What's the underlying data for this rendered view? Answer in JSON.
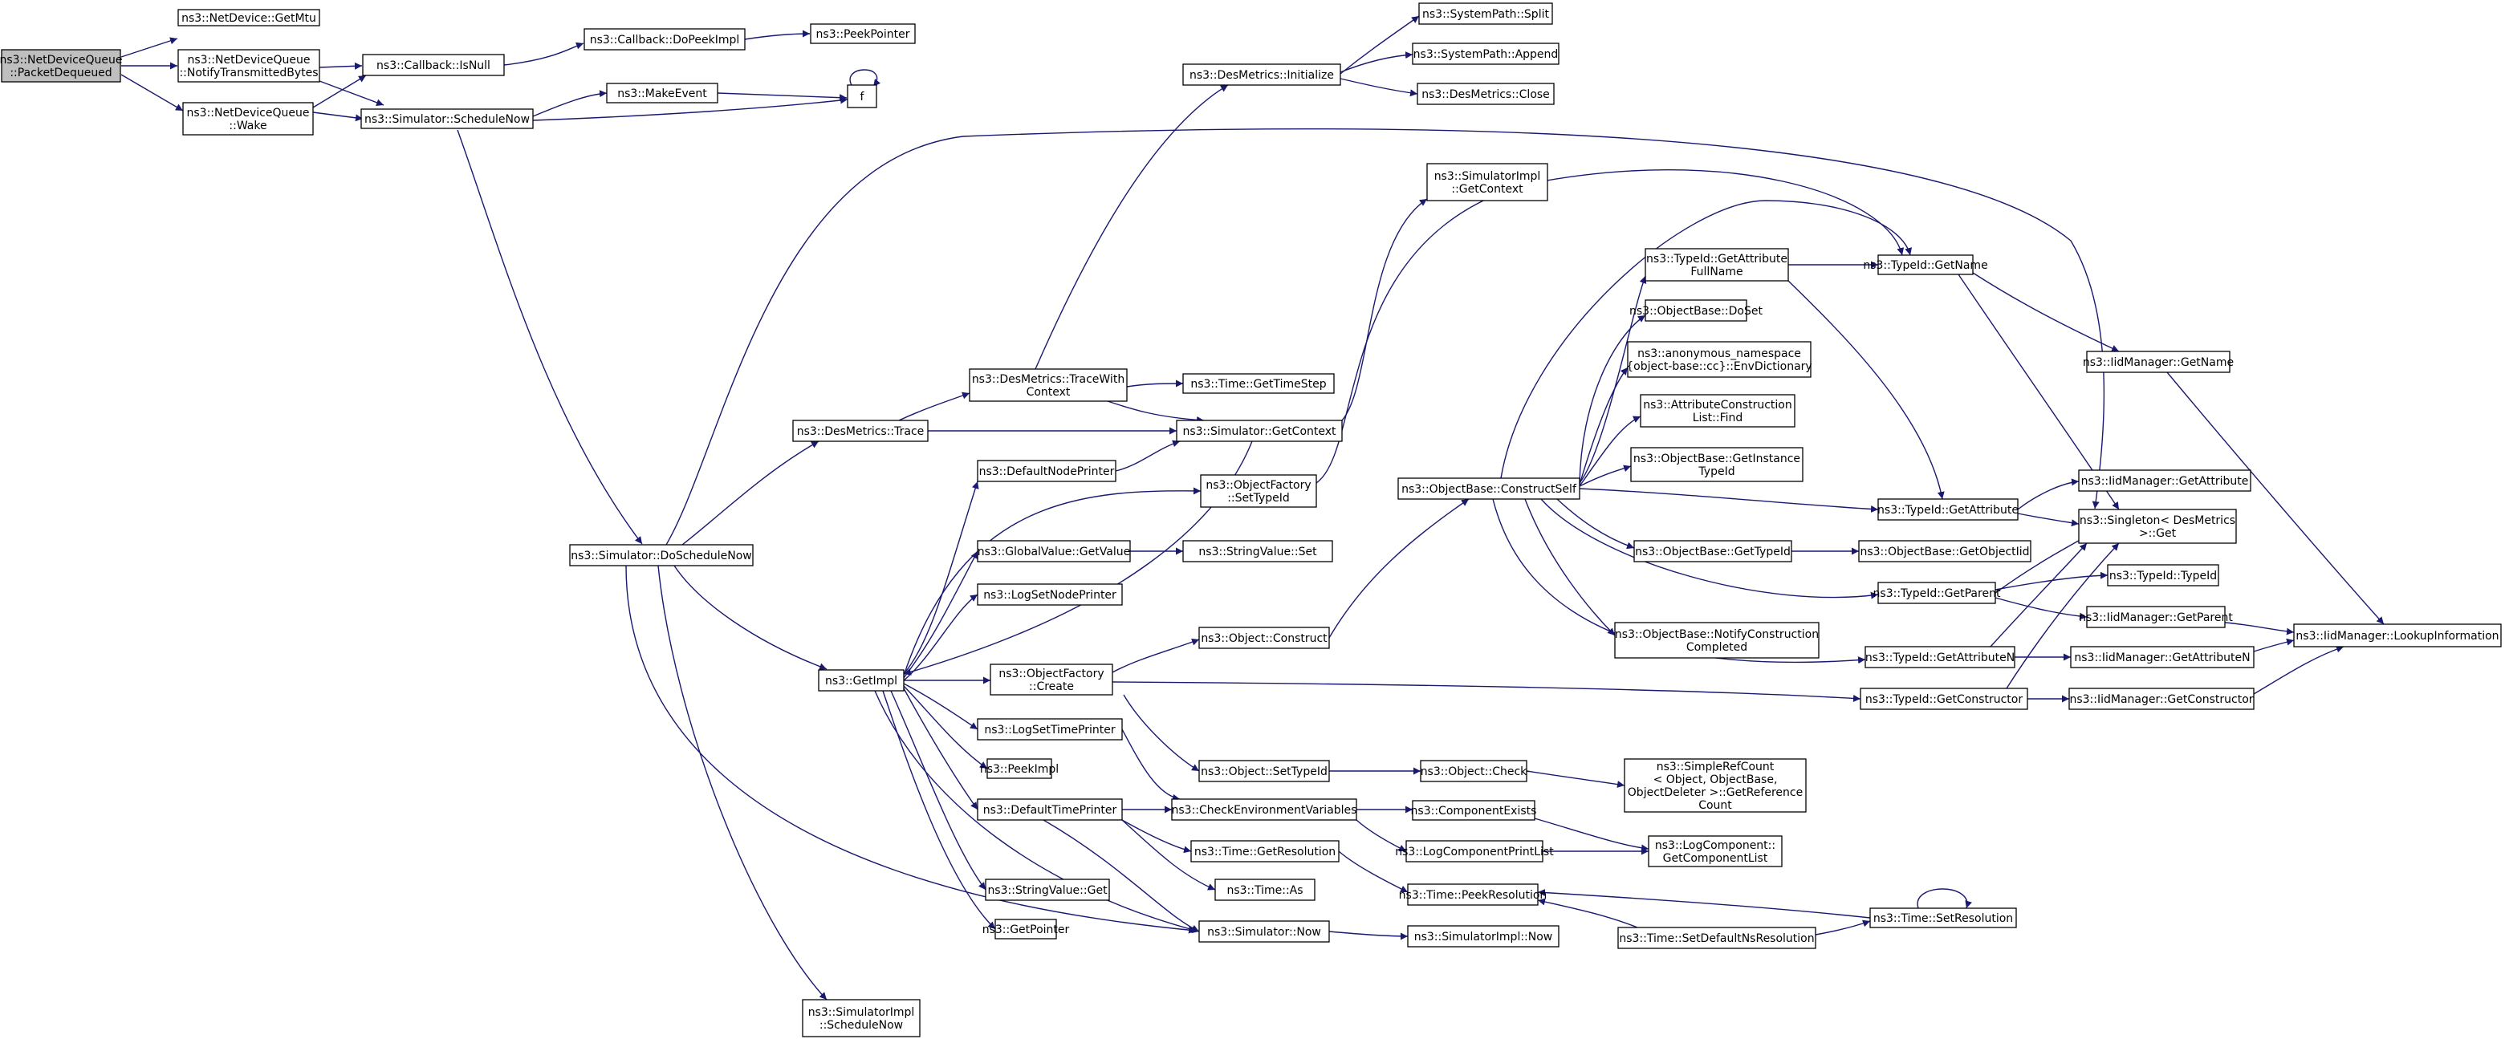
{
  "colors": {
    "edge": "#191970",
    "node_fill": "#ffffff",
    "node_border": "#000000",
    "root_fill": "#bfbfbf",
    "warn_border": "#ff0000"
  },
  "nodes": [
    {
      "id": "n0",
      "lines": [
        "ns3::NetDeviceQueue",
        "::PacketDequeued"
      ],
      "root": true
    },
    {
      "id": "n1",
      "lines": [
        "ns3::NetDevice::GetMtu"
      ]
    },
    {
      "id": "n2",
      "lines": [
        "ns3::NetDeviceQueue",
        "::NotifyTransmittedBytes"
      ]
    },
    {
      "id": "n3",
      "lines": [
        "ns3::NetDeviceQueue",
        "::Wake"
      ]
    },
    {
      "id": "n4",
      "lines": [
        "ns3::Callback::IsNull"
      ]
    },
    {
      "id": "n5",
      "lines": [
        "ns3::Simulator::ScheduleNow"
      ]
    },
    {
      "id": "n6",
      "lines": [
        "ns3::Callback::DoPeekImpl"
      ]
    },
    {
      "id": "n7",
      "lines": [
        "ns3::PeekPointer"
      ]
    },
    {
      "id": "n8",
      "lines": [
        "ns3::MakeEvent"
      ]
    },
    {
      "id": "n9",
      "lines": [
        "f"
      ]
    },
    {
      "id": "n10",
      "lines": [
        "ns3::Simulator::DoScheduleNow"
      ]
    },
    {
      "id": "n11",
      "lines": [
        "ns3::Singleton< DesMetrics",
        " >::Get"
      ]
    },
    {
      "id": "n12",
      "lines": [
        "ns3::DesMetrics::Trace"
      ]
    },
    {
      "id": "n13",
      "lines": [
        "ns3::GetImpl"
      ]
    },
    {
      "id": "n14",
      "lines": [
        "ns3::Simulator::Now"
      ]
    },
    {
      "id": "n15",
      "lines": [
        "ns3::SimulatorImpl",
        "::ScheduleNow"
      ]
    },
    {
      "id": "n16",
      "lines": [
        "ns3::DesMetrics::TraceWith",
        "Context"
      ]
    },
    {
      "id": "n17",
      "lines": [
        "ns3::Simulator::GetContext"
      ]
    },
    {
      "id": "n18",
      "lines": [
        "ns3::DesMetrics::Initialize"
      ]
    },
    {
      "id": "n19",
      "lines": [
        "ns3::Time::GetTimeStep"
      ]
    },
    {
      "id": "n20",
      "lines": [
        "ns3::SystemPath::Split"
      ]
    },
    {
      "id": "n21",
      "lines": [
        "ns3::SystemPath::Append"
      ]
    },
    {
      "id": "n22",
      "lines": [
        "ns3::DesMetrics::Close"
      ]
    },
    {
      "id": "n23",
      "lines": [
        "ns3::SimulatorImpl",
        "::GetContext"
      ]
    },
    {
      "id": "n24",
      "lines": [
        "ns3::DefaultNodePrinter"
      ]
    },
    {
      "id": "n25",
      "lines": [
        "ns3::ObjectFactory",
        "::SetTypeId"
      ]
    },
    {
      "id": "n26",
      "lines": [
        "ns3::GlobalValue::GetValue"
      ]
    },
    {
      "id": "n27",
      "lines": [
        "ns3::LogSetNodePrinter"
      ]
    },
    {
      "id": "n28",
      "lines": [
        "ns3::ObjectFactory",
        "::Create"
      ]
    },
    {
      "id": "n29",
      "lines": [
        "ns3::LogSetTimePrinter"
      ]
    },
    {
      "id": "n30",
      "lines": [
        "ns3::PeekImpl"
      ]
    },
    {
      "id": "n31",
      "lines": [
        "ns3::DefaultTimePrinter"
      ]
    },
    {
      "id": "n32",
      "lines": [
        "ns3::StringValue::Get"
      ]
    },
    {
      "id": "n33",
      "lines": [
        "ns3::GetPointer"
      ]
    },
    {
      "id": "n34",
      "lines": [
        "ns3::TypeId::GetName"
      ]
    },
    {
      "id": "n35",
      "lines": [
        "ns3::StringValue::Set"
      ]
    },
    {
      "id": "n36",
      "lines": [
        "ns3::Object::Construct"
      ]
    },
    {
      "id": "n37",
      "lines": [
        "ns3::TypeId::GetConstructor"
      ]
    },
    {
      "id": "n38",
      "lines": [
        "ns3::Object::SetTypeId"
      ]
    },
    {
      "id": "n39",
      "lines": [
        "ns3::CheckEnvironmentVariables"
      ]
    },
    {
      "id": "n40",
      "lines": [
        "ns3::Time::GetResolution"
      ]
    },
    {
      "id": "n41",
      "lines": [
        "ns3::Time::As"
      ]
    },
    {
      "id": "n42",
      "lines": [
        "ns3::IidManager::GetName"
      ]
    },
    {
      "id": "n43",
      "lines": [
        "ns3::ObjectBase::ConstructSelf"
      ]
    },
    {
      "id": "n44",
      "lines": [
        "ns3::IidManager::GetConstructor"
      ]
    },
    {
      "id": "n45",
      "lines": [
        "ns3::Object::Check"
      ]
    },
    {
      "id": "n46",
      "lines": [
        "ns3::ComponentExists"
      ]
    },
    {
      "id": "n47",
      "lines": [
        "ns3::LogComponentPrintList"
      ]
    },
    {
      "id": "n48",
      "lines": [
        "ns3::Time::PeekResolution"
      ]
    },
    {
      "id": "n49",
      "lines": [
        "ns3::SimulatorImpl::Now"
      ]
    },
    {
      "id": "n50",
      "lines": [
        "ns3::IidManager::LookupInformation"
      ]
    },
    {
      "id": "n51",
      "lines": [
        "ns3::TypeId::GetAttribute",
        "FullName"
      ]
    },
    {
      "id": "n52",
      "lines": [
        "ns3::ObjectBase::DoSet"
      ]
    },
    {
      "id": "n53",
      "lines": [
        "ns3::anonymous_namespace",
        "{object-base::cc}::EnvDictionary"
      ]
    },
    {
      "id": "n54",
      "lines": [
        "ns3::AttributeConstruction",
        "List::Find"
      ]
    },
    {
      "id": "n55",
      "lines": [
        "ns3::ObjectBase::GetInstance",
        "TypeId"
      ]
    },
    {
      "id": "n56",
      "lines": [
        "ns3::TypeId::GetAttribute"
      ]
    },
    {
      "id": "n57",
      "lines": [
        "ns3::ObjectBase::GetTypeId"
      ]
    },
    {
      "id": "n58",
      "lines": [
        "ns3::TypeId::GetParent"
      ]
    },
    {
      "id": "n59",
      "lines": [
        "ns3::ObjectBase::NotifyConstruction",
        "Completed"
      ]
    },
    {
      "id": "n60",
      "lines": [
        "ns3::TypeId::GetAttributeN"
      ]
    },
    {
      "id": "n61",
      "lines": [
        "ns3::SimpleRefCount",
        "< Object, ObjectBase,",
        " ObjectDeleter >::GetReference",
        "Count"
      ]
    },
    {
      "id": "n62",
      "lines": [
        "ns3::LogComponent::",
        "GetComponentList"
      ]
    },
    {
      "id": "n63",
      "lines": [
        "ns3::Time::SetDefaultNsResolution"
      ]
    },
    {
      "id": "n64",
      "lines": [
        "ns3::IidManager::GetAttribute"
      ]
    },
    {
      "id": "n65",
      "lines": [
        "ns3::ObjectBase::GetObjectIid"
      ],
      "warn": true
    },
    {
      "id": "n66",
      "lines": [
        "ns3::TypeId::TypeId"
      ]
    },
    {
      "id": "n67",
      "lines": [
        "ns3::IidManager::GetParent"
      ]
    },
    {
      "id": "n68",
      "lines": [
        "ns3::IidManager::GetAttributeN"
      ]
    },
    {
      "id": "n69",
      "lines": [
        "ns3::Time::SetResolution"
      ]
    }
  ]
}
